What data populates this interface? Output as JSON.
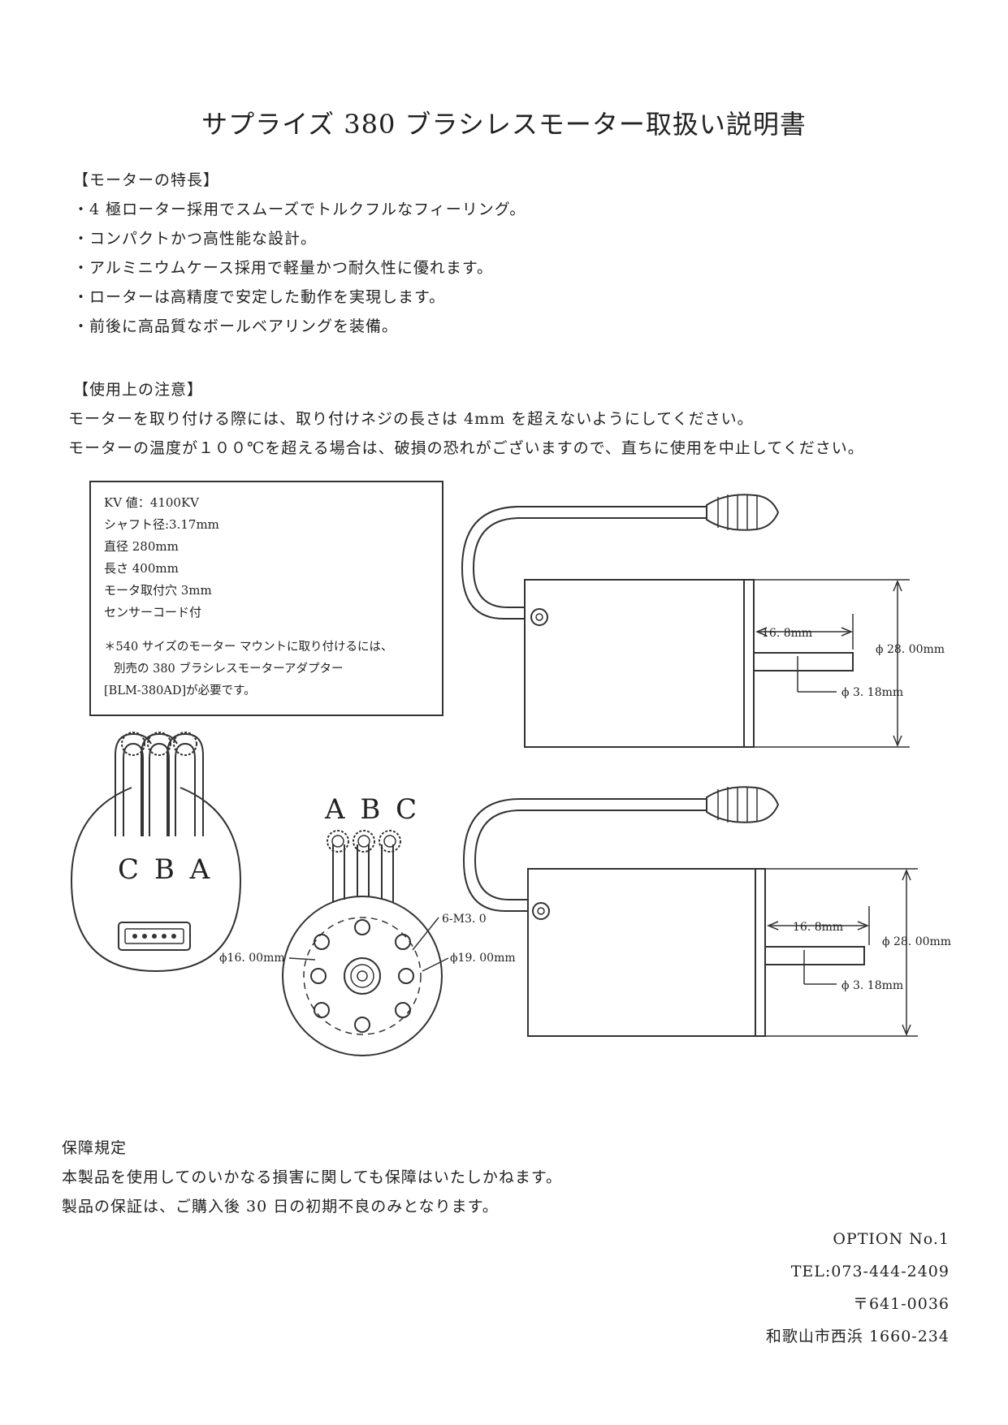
{
  "title": "サプライズ 380 ブラシレスモーター取扱い説明書",
  "features": {
    "heading": "【モーターの特長】",
    "items": [
      "・4 極ローター採用でスムーズでトルクフルなフィーリング。",
      "・コンパクトかつ高性能な設計。",
      "・アルミニウムケース採用で軽量かつ耐久性に優れます。",
      "・ローターは高精度で安定した動作を実現します。",
      "・前後に高品質なボールベアリングを装備。"
    ]
  },
  "caution": {
    "heading": "【使用上の注意】",
    "items": [
      "モーターを取り付ける際には、取り付けネジの長さは 4mm を超えないようにしてください。",
      "モーターの温度が１００℃を超える場合は、破損の恐れがございますので、直ちに使用を中止してください。"
    ]
  },
  "specs": {
    "items": [
      "KV 値：4100KV",
      "シャフト径:3.17mm",
      "直径 280mm",
      "長さ 400mm",
      "モータ取付穴 3mm",
      "センサーコード付"
    ],
    "note": [
      "＊540 サイズのモーター マウントに取り付けるには、",
      "別売の 380 ブラシレスモーターアダプター",
      "[BLM-380AD]が必要です。"
    ]
  },
  "drawing": {
    "shaft_length": "16. 8mm",
    "diameter": "ϕ 28. 00mm",
    "shaft_diameter": "ϕ 3. 18mm",
    "mount_screws": "6-M3. 0",
    "hole_circle_small": "ϕ16. 00mm",
    "hole_circle_large": "ϕ19. 00mm",
    "wire_labels_front": "A B C",
    "wire_labels_rear": "C B A"
  },
  "warranty": {
    "heading": "保障規定",
    "items": [
      "本製品を使用してのいかなる損害に関しても保障はいたしかねます。",
      "製品の保証は、ご購入後 30 日の初期不良のみとなります。"
    ]
  },
  "company": {
    "name": "OPTION No.1",
    "tel": "TEL:073-444-2409",
    "postal": "〒641-0036",
    "address": "和歌山市西浜 1660-234"
  }
}
